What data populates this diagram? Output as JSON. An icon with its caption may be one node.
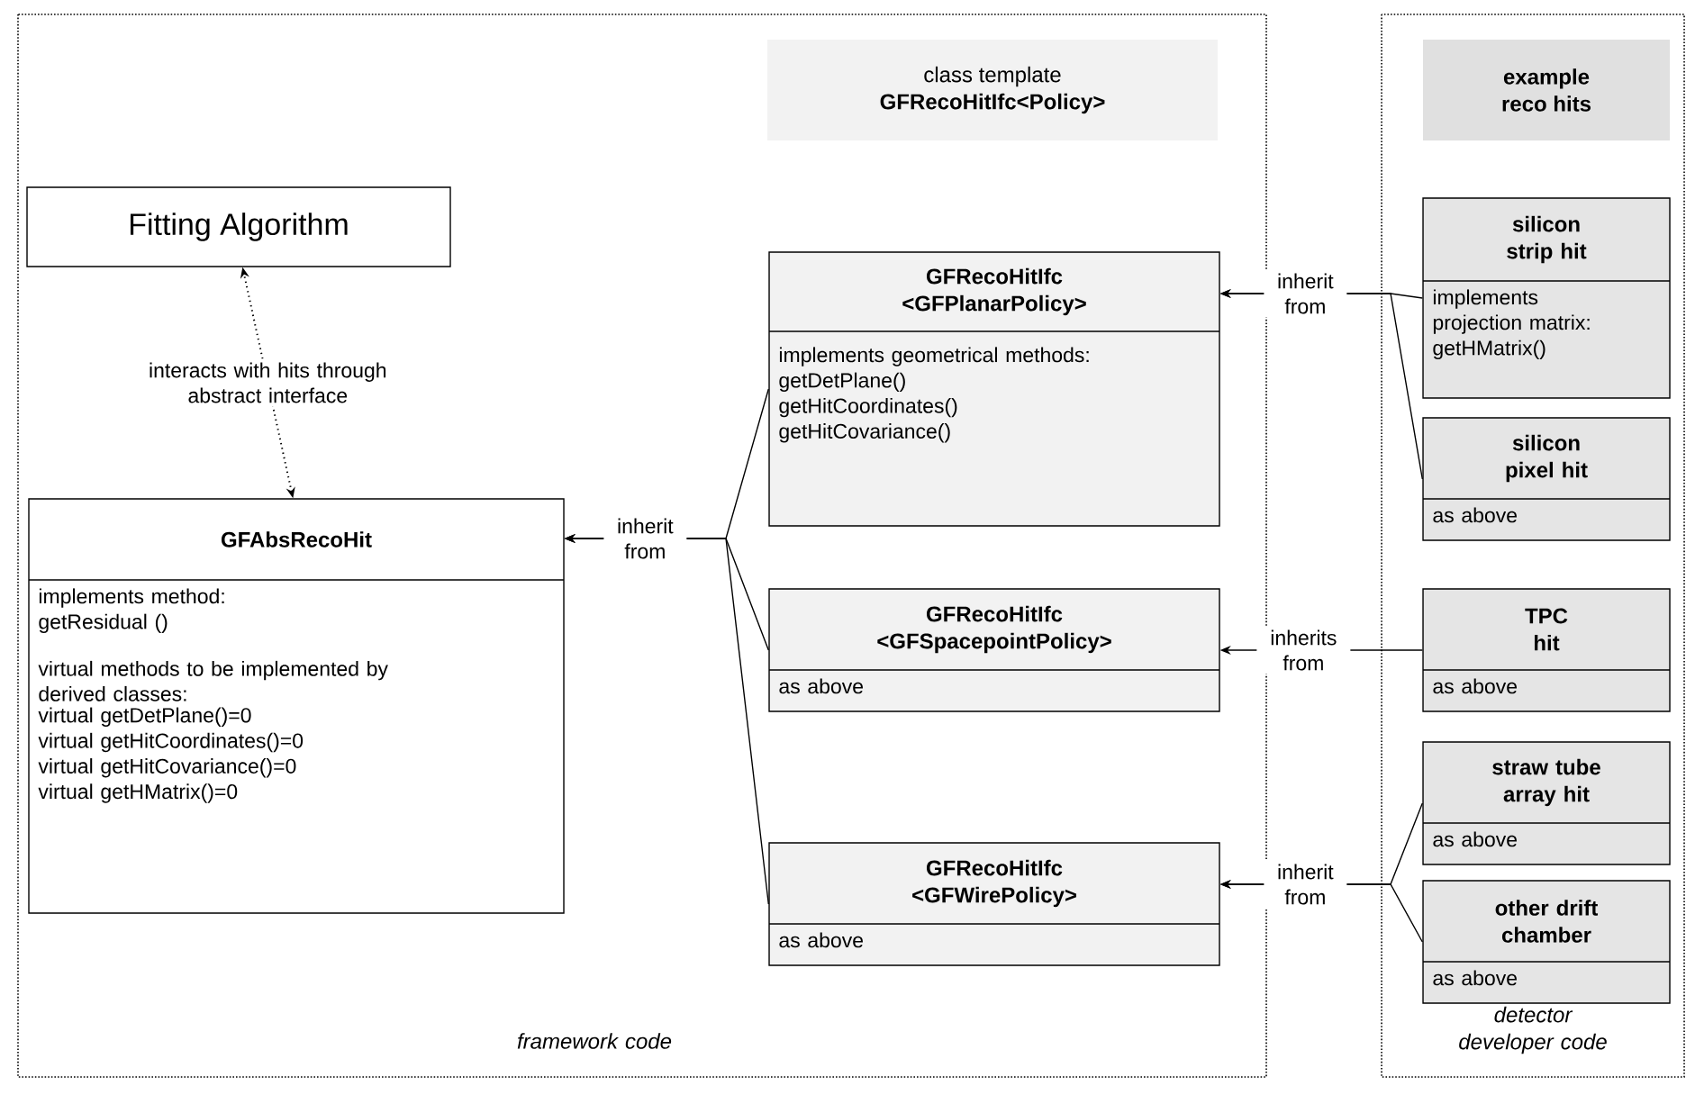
{
  "diagram": {
    "nodes": [
      {
        "text": [
          "framework code"
        ]
      },
      {
        "text": [
          "detector developer code"
        ]
      },
      {
        "text": [
          "Fitting Algorithm"
        ],
        "in": 0
      },
      {
        "text": [
          "GFAbsRecoHit",
          "implements method:",
          "getResidual ()",
          "virtual methods to be implemented by derived classes:",
          "virtual getDetPlane()=0",
          "virtual getHitCoordinates()=0",
          "virtual getHitCovariance()=0",
          "virtual getHMatrix()=0"
        ],
        "in": 0
      },
      {
        "text": [
          "class template",
          "GFRecoHitIfc<Policy>"
        ],
        "in": 0
      },
      {
        "text": [
          "GFRecoHitIfc <GFPlanarPolicy>",
          "implements geometrical methods:",
          "getDetPlane()",
          "getHitCoordinates()",
          "getHitCovariance()"
        ],
        "in": 0
      },
      {
        "text": [
          "GFRecoHitIfc <GFSpacepointPolicy>",
          "as above"
        ],
        "in": 0
      },
      {
        "text": [
          "GFRecoHitIfc <GFWirePolicy>",
          "as above"
        ],
        "in": 0
      },
      {
        "text": [
          "example reco hits"
        ],
        "in": 1
      },
      {
        "text": [
          "silicon strip hit",
          "implements projection matrix:",
          "getHMatrix()"
        ],
        "in": 1
      },
      {
        "text": [
          "silicon pixel hit",
          "as above"
        ],
        "in": 1
      },
      {
        "text": [
          "TPC hit",
          "as above"
        ],
        "in": 1
      },
      {
        "text": [
          "straw tube array hit",
          "as above"
        ],
        "in": 1
      },
      {
        "text": [
          "other drift chamber",
          "as above"
        ],
        "in": 1
      }
    ],
    "edges": [
      {
        "from": 3,
        "to": 2,
        "arrow": "both",
        "style": "dashed",
        "label": "interacts with hits through abstract interface"
      },
      {
        "from": 5,
        "to": 3,
        "arrow": "to",
        "label": "inherit from"
      },
      {
        "from": 6,
        "to": 3,
        "arrow": "to"
      },
      {
        "from": 7,
        "to": 3,
        "arrow": "to"
      },
      {
        "from": 9,
        "to": 5,
        "arrow": "to",
        "label": "inherit from"
      },
      {
        "from": 10,
        "to": 5,
        "arrow": "to"
      },
      {
        "from": 11,
        "to": 6,
        "arrow": "to",
        "label": "inherits from"
      },
      {
        "from": 12,
        "to": 7,
        "arrow": "to",
        "label": "inherit from"
      },
      {
        "from": 13,
        "to": 7,
        "arrow": "to"
      }
    ]
  }
}
